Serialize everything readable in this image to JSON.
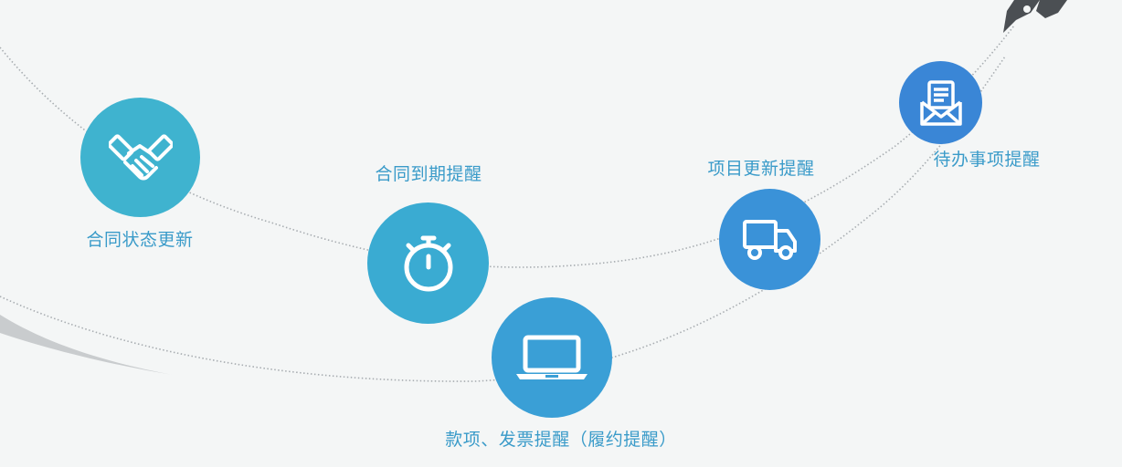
{
  "colors": {
    "background": "#f4f6f6",
    "label": "#3a9bc9",
    "dots": "#a8adb1",
    "swoosh": "#c9ccce",
    "rocket": "#4b4f53"
  },
  "nodes": [
    {
      "id": "contract-status",
      "label": "合同状态更新",
      "icon": "handshake-icon",
      "color": "#3fb3cf"
    },
    {
      "id": "contract-expiry",
      "label": "合同到期提醒",
      "icon": "stopwatch-icon",
      "color": "#3aabd2"
    },
    {
      "id": "payment-invoice",
      "label": "款项、发票提醒（履约提醒）",
      "icon": "laptop-icon",
      "color": "#3a9fd6"
    },
    {
      "id": "project-update",
      "label": "项目更新提醒",
      "icon": "truck-icon",
      "color": "#3a92d8"
    },
    {
      "id": "todo",
      "label": "待办事项提醒",
      "icon": "mail-icon",
      "color": "#3a86d6"
    }
  ]
}
